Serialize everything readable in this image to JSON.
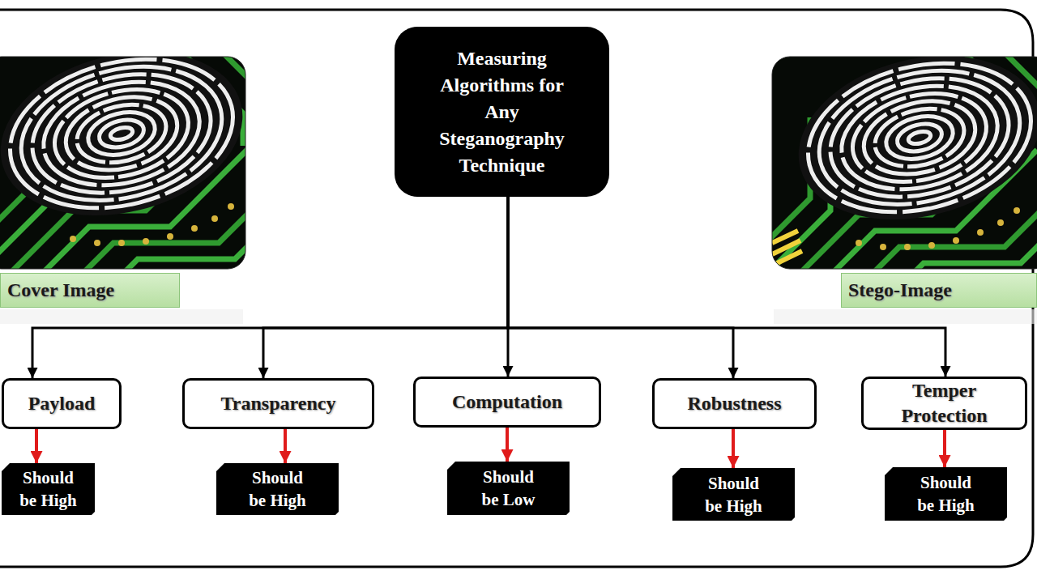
{
  "diagram": {
    "nodes": [
      {
        "text": [
          "Measuring Algorithms for Any Steganography Technique"
        ]
      },
      {
        "text": [
          "Cover Image"
        ]
      },
      {
        "text": [
          "Stego-Image"
        ]
      },
      {
        "text": [
          "Payload"
        ]
      },
      {
        "text": [
          "Transparency"
        ]
      },
      {
        "text": [
          "Computation"
        ]
      },
      {
        "text": [
          "Robustness"
        ]
      },
      {
        "text": [
          "Temper Protection"
        ]
      },
      {
        "text": [
          "Should be High"
        ]
      },
      {
        "text": [
          "Should be High"
        ]
      },
      {
        "text": [
          "Should be Low"
        ]
      },
      {
        "text": [
          "Should be High"
        ]
      },
      {
        "text": [
          "Should be High"
        ]
      }
    ],
    "edges": [
      {
        "from": 0,
        "to": 3,
        "arrow": "to"
      },
      {
        "from": 0,
        "to": 4,
        "arrow": "to"
      },
      {
        "from": 0,
        "to": 5,
        "arrow": "to"
      },
      {
        "from": 0,
        "to": 6,
        "arrow": "to"
      },
      {
        "from": 0,
        "to": 7,
        "arrow": "to"
      },
      {
        "from": 3,
        "to": 8,
        "arrow": "to"
      },
      {
        "from": 4,
        "to": 9,
        "arrow": "to"
      },
      {
        "from": 5,
        "to": 10,
        "arrow": "to"
      },
      {
        "from": 6,
        "to": 11,
        "arrow": "to"
      },
      {
        "from": 7,
        "to": 12,
        "arrow": "to"
      }
    ]
  }
}
